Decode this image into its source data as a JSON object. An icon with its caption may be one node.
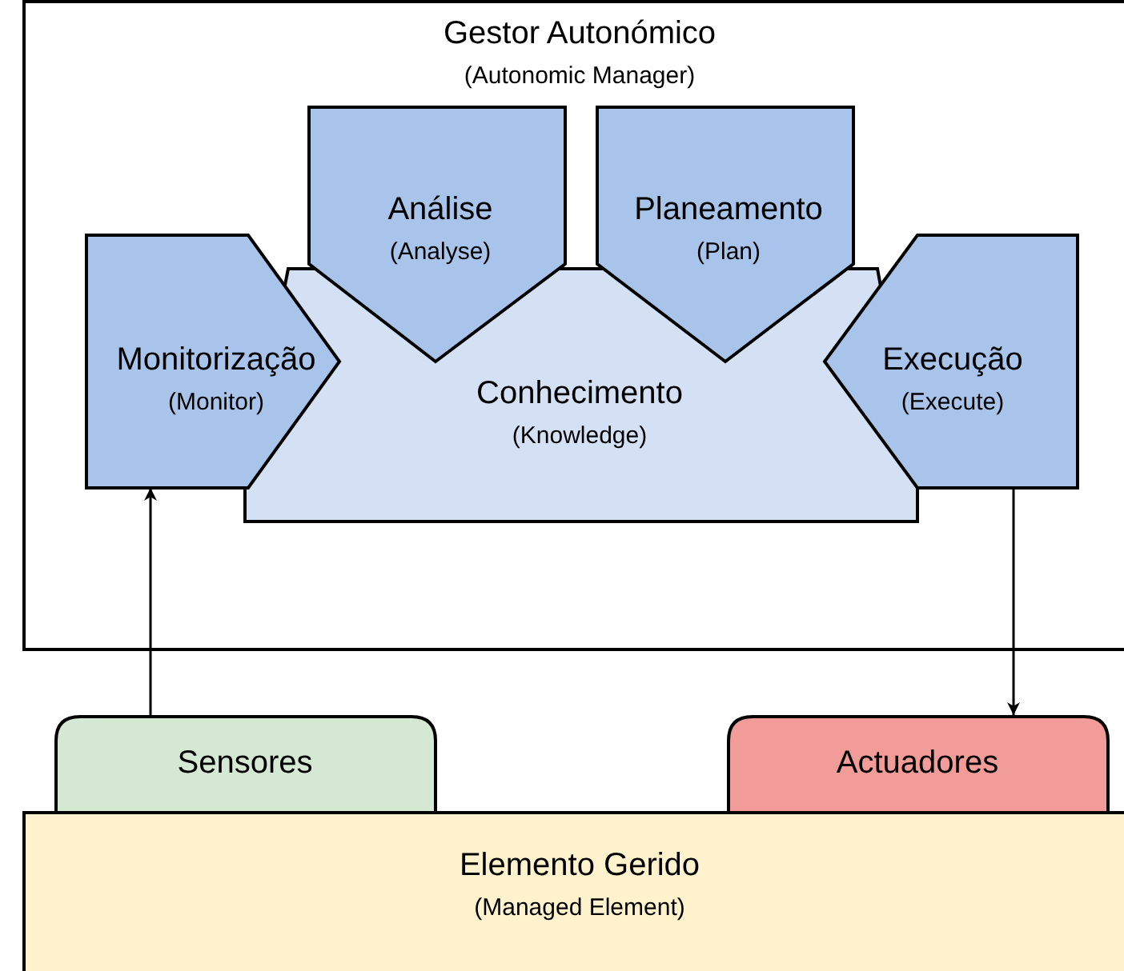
{
  "diagram": {
    "nodes": [
      {
        "text": [
          "Gestor Autonómico",
          "(Autonomic Manager)"
        ]
      },
      {
        "text": [
          "Conhecimento",
          "(Knowledge)"
        ],
        "in": 0
      },
      {
        "text": [
          "Análise",
          "(Analyse)"
        ],
        "in": 0
      },
      {
        "text": [
          "Planeamento",
          "(Plan)"
        ],
        "in": 0
      },
      {
        "text": [
          "Monitorização",
          "(Monitor)"
        ],
        "in": 0
      },
      {
        "text": [
          "Execução",
          "(Execute)"
        ],
        "in": 0
      },
      {
        "text": [
          "Sensores"
        ]
      },
      {
        "text": [
          "Actuadores"
        ]
      },
      {
        "text": [
          "Elemento Gerido",
          "(Managed Element)"
        ]
      }
    ],
    "edges": [
      {
        "from": 6,
        "to": 4,
        "arrow": "to"
      },
      {
        "from": 5,
        "to": 7,
        "arrow": "to"
      }
    ]
  }
}
